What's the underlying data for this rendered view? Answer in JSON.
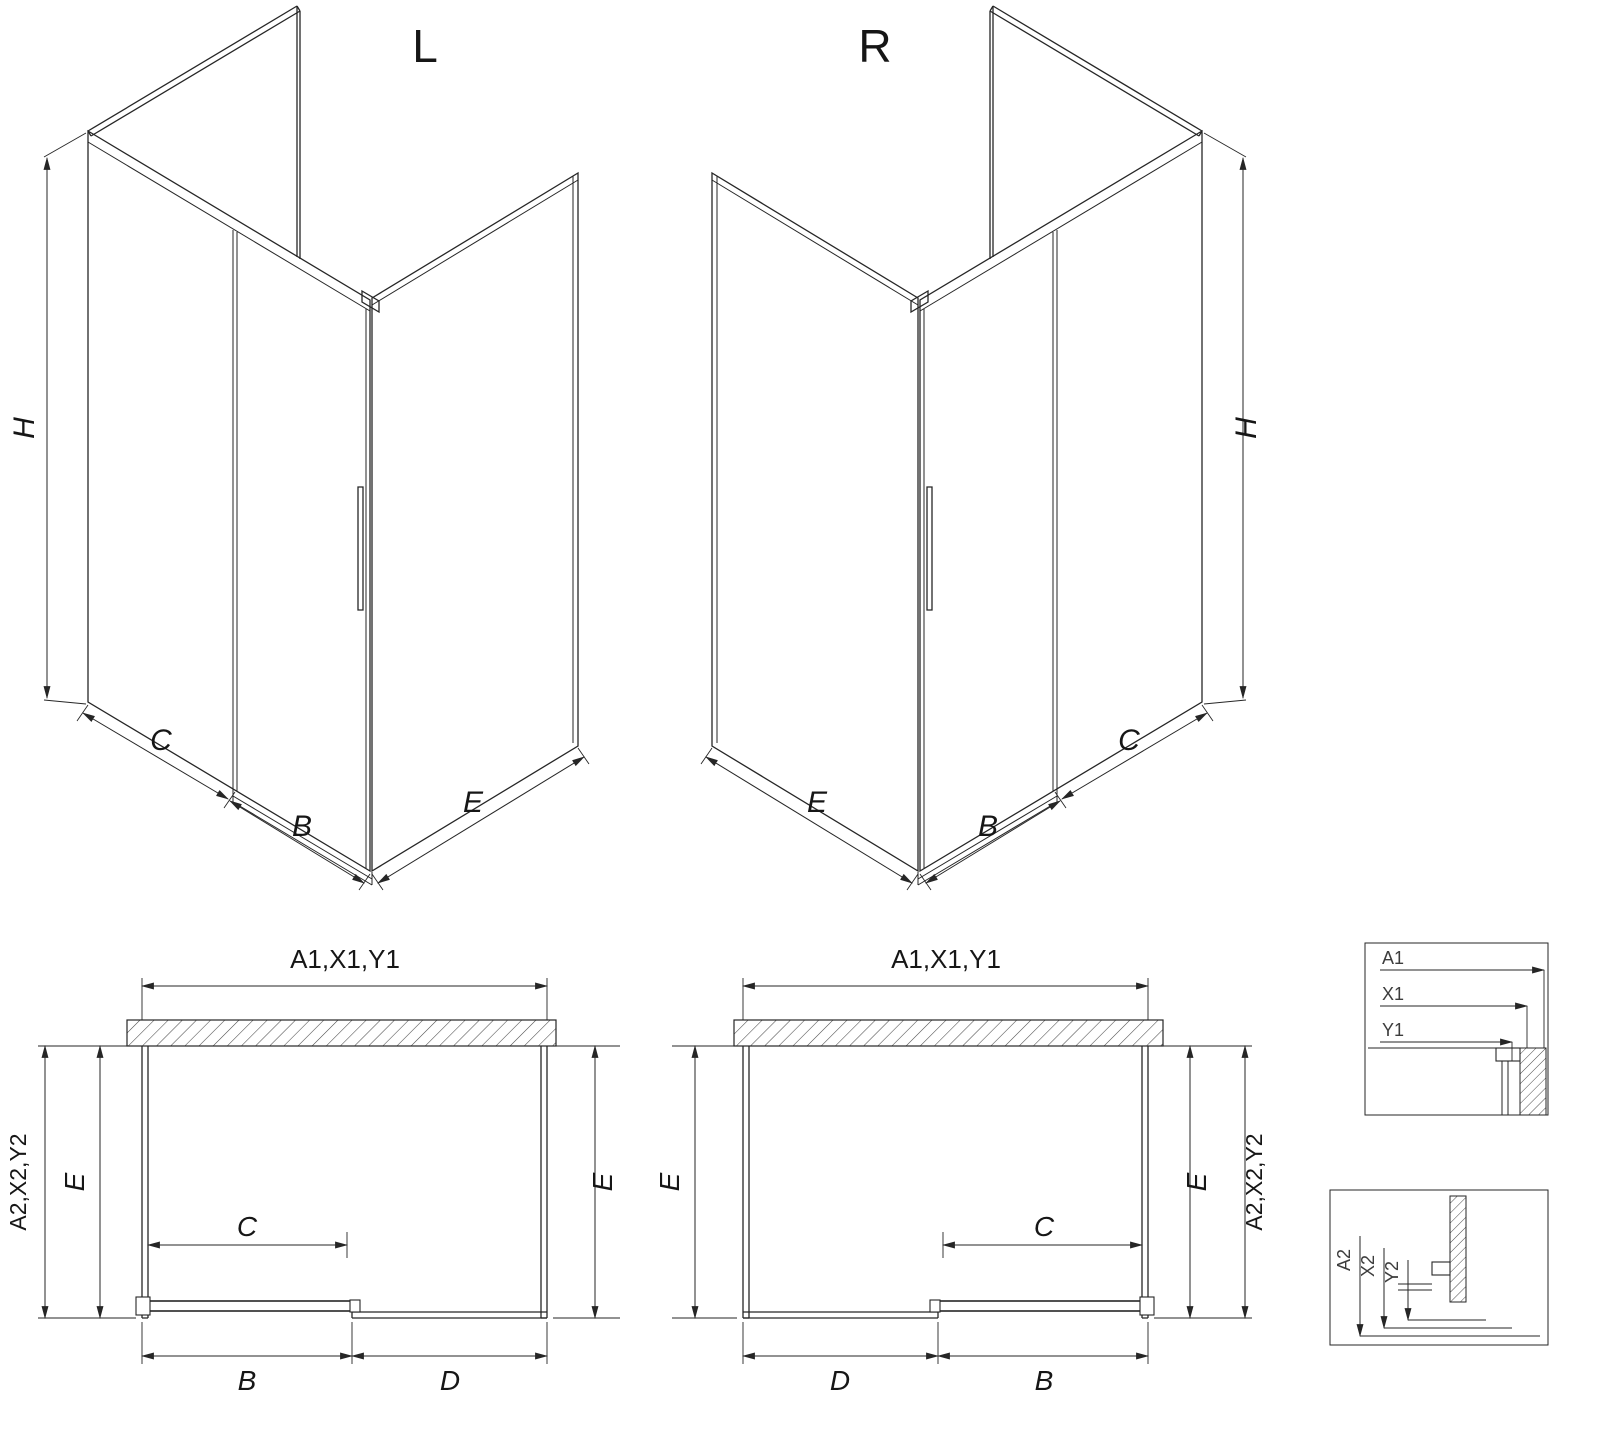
{
  "colors": {
    "line": "#262626",
    "text": "#161616",
    "background": "#ffffff"
  },
  "views": {
    "iso_left": {
      "title": "L",
      "h": "H",
      "c": "C",
      "b": "B",
      "e": "E"
    },
    "iso_right": {
      "title": "R",
      "h": "H",
      "c": "C",
      "b": "B",
      "e": "E"
    },
    "plan_left": {
      "top": "A1,X1,Y1",
      "side_outer": "A2,X2,Y2",
      "side_inner": "E",
      "side_right": "E",
      "c": "C",
      "b": "B",
      "d": "D"
    },
    "plan_right": {
      "top": "A1,X1,Y1",
      "side_outer": "A2,X2,Y2",
      "side_inner": "E",
      "side_left": "E",
      "c": "C",
      "b": "B",
      "d": "D"
    },
    "detail_top": {
      "a": "A1",
      "x": "X1",
      "y": "Y1"
    },
    "detail_bottom": {
      "a": "A2",
      "x": "X2",
      "y": "Y2"
    }
  }
}
